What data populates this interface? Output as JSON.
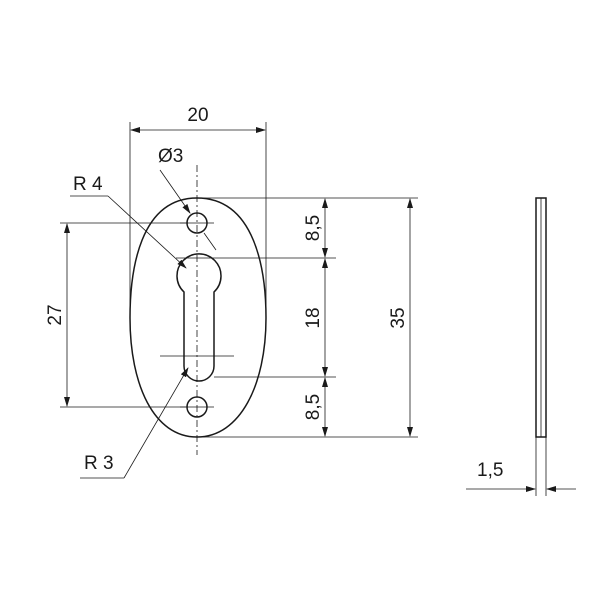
{
  "drawing": {
    "labels": {
      "width": "20",
      "hole_diameter": "Ø3",
      "keyhole_top_radius": "R 4",
      "hole_offset_top": "8,5",
      "slot_length": "18",
      "hole_offset_bottom": "8,5",
      "total_height": "35",
      "hole_spacing": "27",
      "slot_bottom_radius": "R 3",
      "thickness": "1,5"
    },
    "colors": {
      "line": "#1a1a1a",
      "background": "#ffffff"
    }
  }
}
